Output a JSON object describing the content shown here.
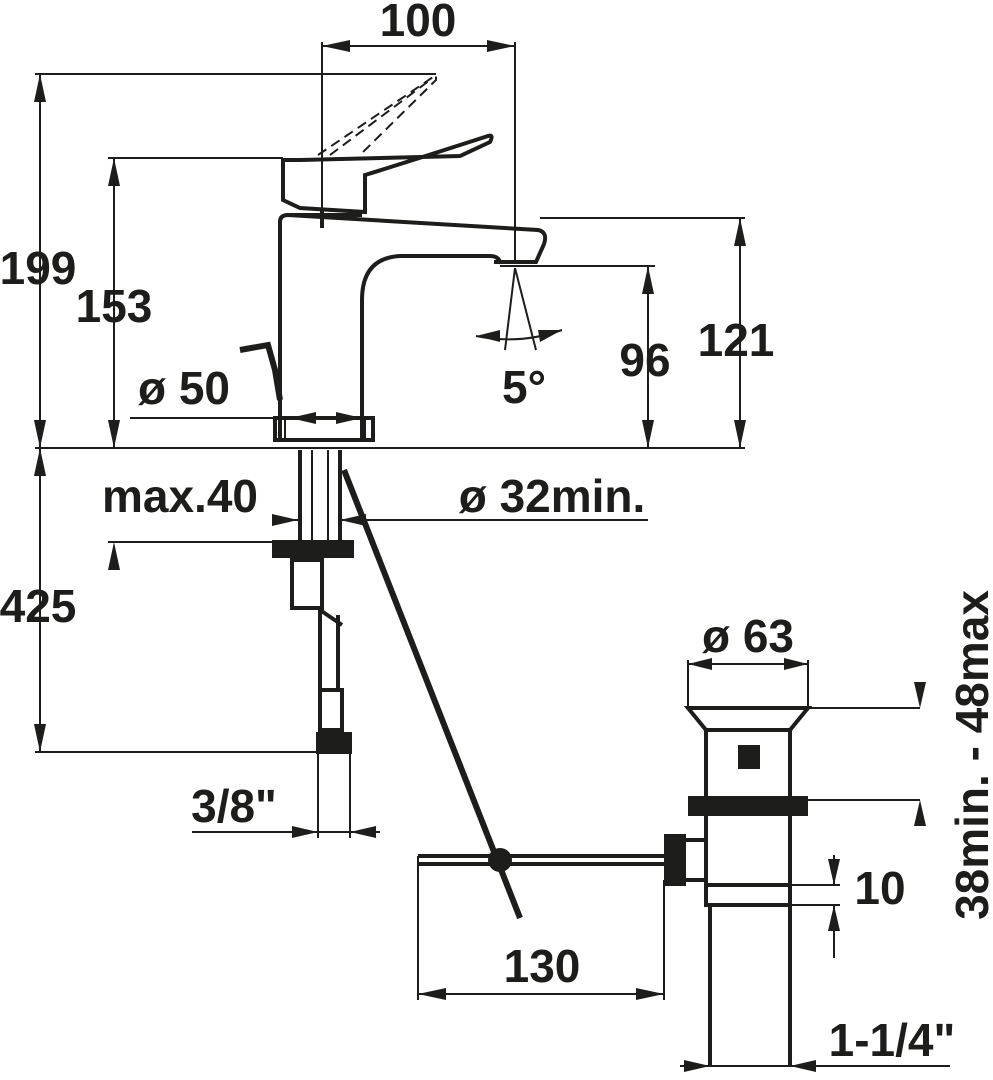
{
  "dimensions": {
    "spout_reach": "100",
    "total_height": "199",
    "lever_height": "153",
    "base_diameter": "ø 50",
    "swivel_angle": "5°",
    "spout_clearance": "96",
    "spout_height": "121",
    "max_deck_thickness": "max.40",
    "hole_diameter": "ø 32min.",
    "hose_length": "425",
    "connection_thread": "3/8\"",
    "waste_diameter": "ø 63",
    "waste_range": "38min. - 48max",
    "overflow_offset": "10",
    "rod_length": "130",
    "waste_thread": "1-1/4\""
  }
}
